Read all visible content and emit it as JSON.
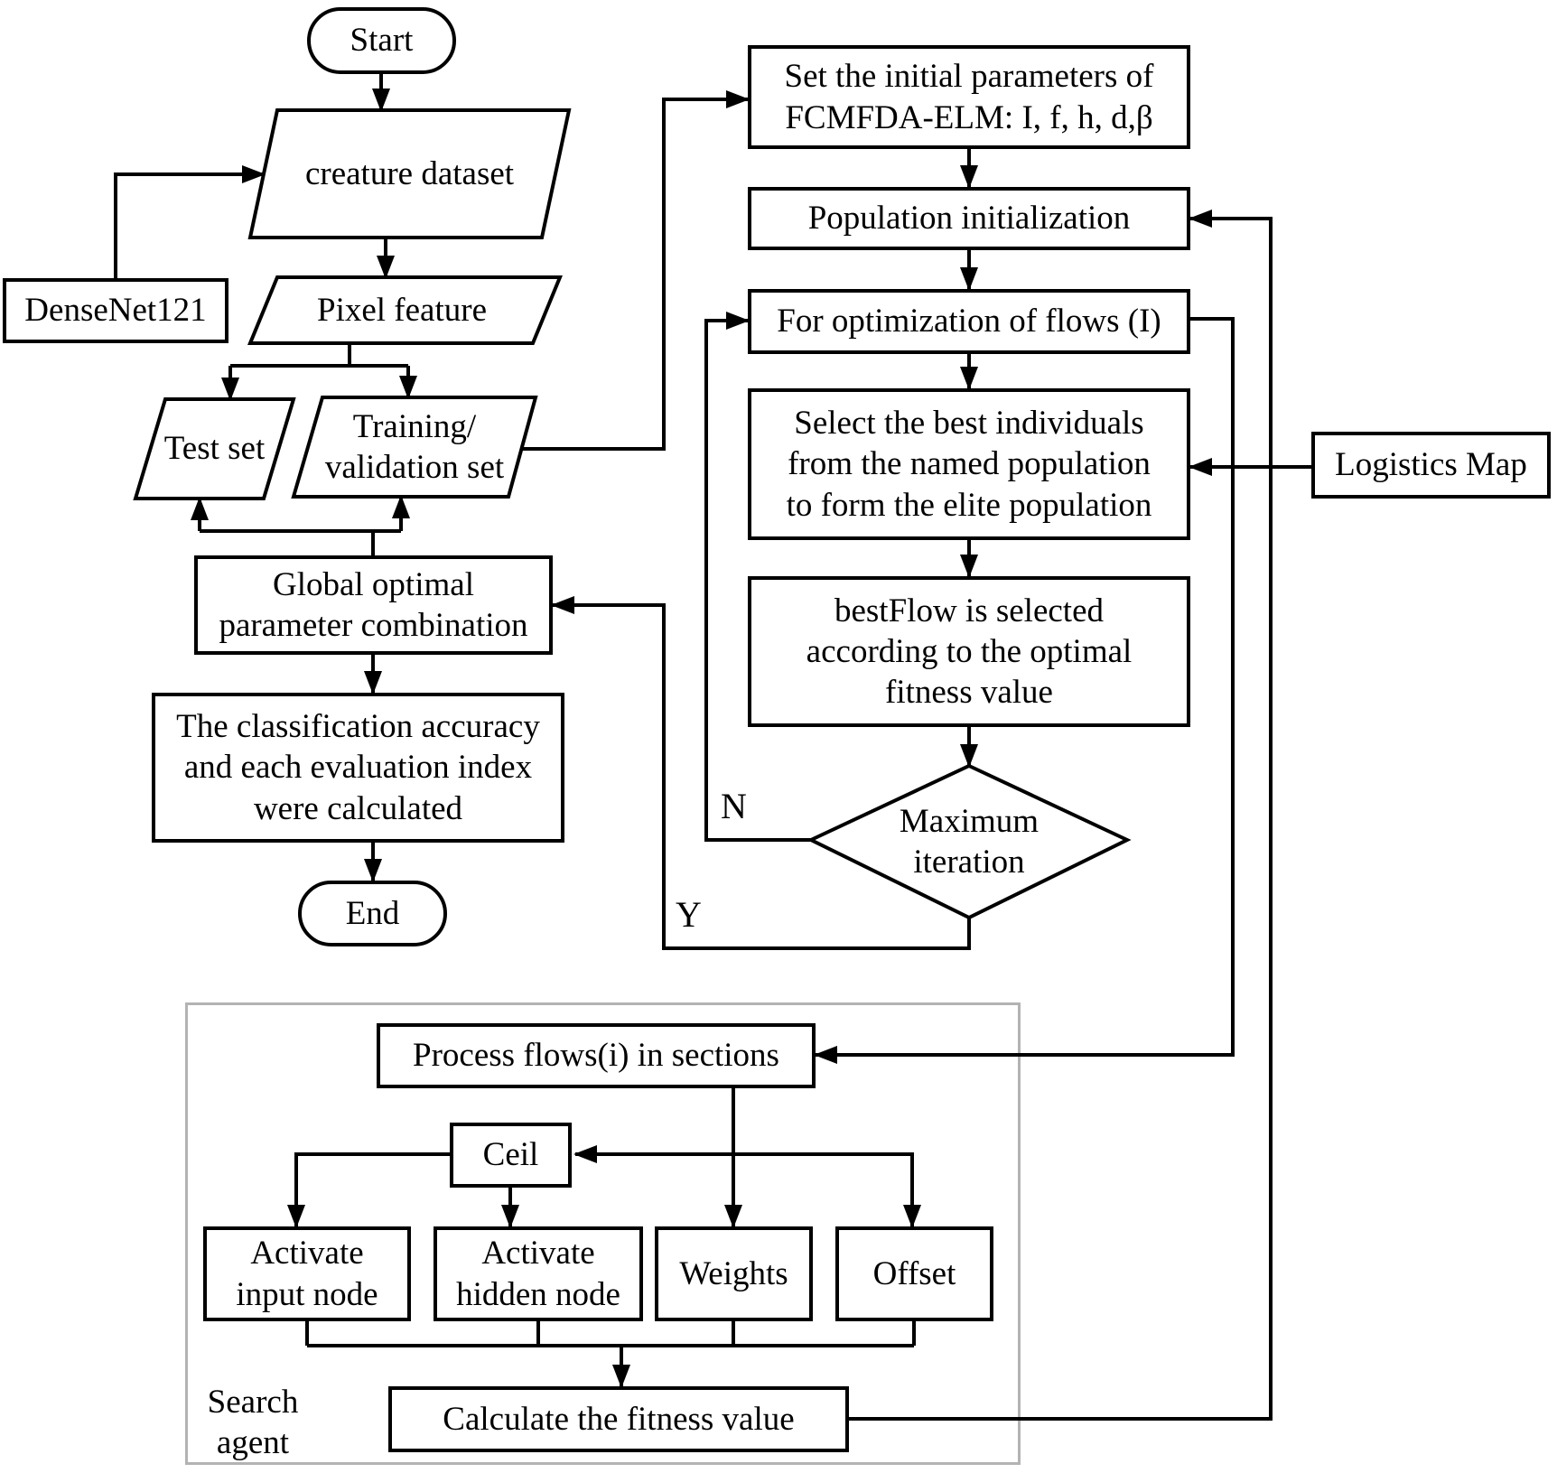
{
  "diagram": {
    "background": "#ffffff",
    "line_color": "#000000",
    "node_fill": "#ffffff",
    "container_border_color": "#b3b3b3"
  },
  "nodes": {
    "start": {
      "label": "Start"
    },
    "creature_dataset": {
      "label": "creature dataset"
    },
    "densenet": {
      "label": "DenseNet121"
    },
    "pixel_feature": {
      "label": "Pixel feature"
    },
    "test_set": {
      "label": "Test set"
    },
    "training_validation": {
      "label": "Training/\nvalidation set"
    },
    "global_optimal": {
      "label": "Global optimal\nparameter combination"
    },
    "classification": {
      "label": "The classification accuracy\nand each evaluation index\nwere calculated"
    },
    "end": {
      "label": "End"
    },
    "set_initial": {
      "label": "Set the initial parameters of\nFCMFDA-ELM: I, f, h, d,β"
    },
    "population_init": {
      "label": "Population initialization"
    },
    "for_optimization": {
      "label": "For optimization of flows (I)"
    },
    "select_best": {
      "label": "Select the best individuals\nfrom the named population\nto form the elite population"
    },
    "bestflow": {
      "label": "bestFlow is selected\naccording to the optimal\nfitness value"
    },
    "max_iteration": {
      "label": "Maximum\niteration"
    },
    "logistics_map": {
      "label": "Logistics Map"
    },
    "process_flows": {
      "label": "Process flows(i) in sections"
    },
    "ceil": {
      "label": "Ceil"
    },
    "activate_input": {
      "label": "Activate\ninput node"
    },
    "activate_hidden": {
      "label": "Activate\nhidden node"
    },
    "weights": {
      "label": "Weights"
    },
    "offset": {
      "label": "Offset"
    },
    "calculate_fitness": {
      "label": "Calculate the fitness value"
    },
    "search_agent": {
      "label": "Search\nagent"
    }
  },
  "edge_labels": {
    "no": "N",
    "yes": "Y"
  }
}
